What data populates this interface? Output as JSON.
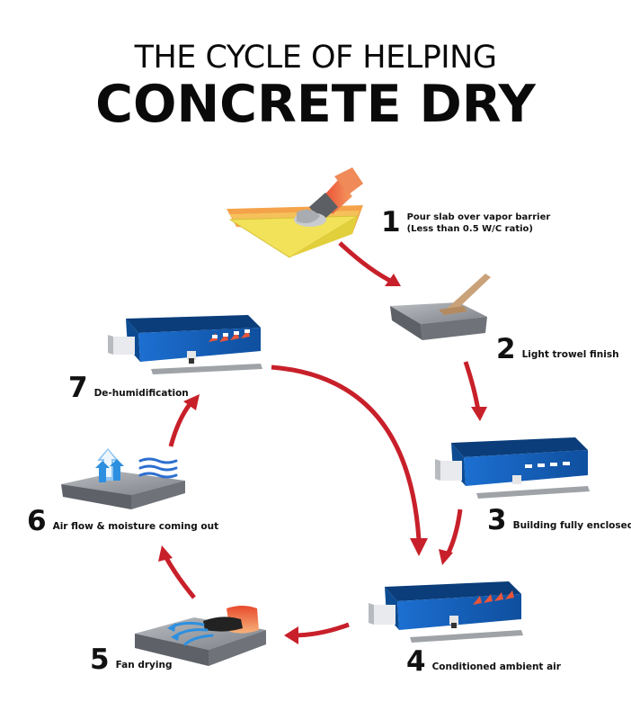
{
  "title": {
    "line1": "THE CYCLE OF HELPING",
    "line2": "CONCRETE DRY"
  },
  "steps": [
    {
      "number": "1",
      "label": "Pour slab over vapor barrier",
      "sublabel": "(Less than 0.5 W/C ratio)"
    },
    {
      "number": "2",
      "label": "Light trowel finish"
    },
    {
      "number": "3",
      "label": "Building fully enclosed"
    },
    {
      "number": "4",
      "label": "Conditioned ambient air"
    },
    {
      "number": "5",
      "label": "Fan drying"
    },
    {
      "number": "6",
      "label": "Air flow & moisture coming out"
    },
    {
      "number": "7",
      "label": "De-humidification"
    }
  ],
  "colors": {
    "arrow": "#c8202a",
    "building_blue": "#1565c0",
    "slab_gray": "#8a8e94",
    "vapor_barrier": "#f2e25a",
    "air_flow": "#2d8fe0",
    "warm_air": "#e8553a"
  }
}
